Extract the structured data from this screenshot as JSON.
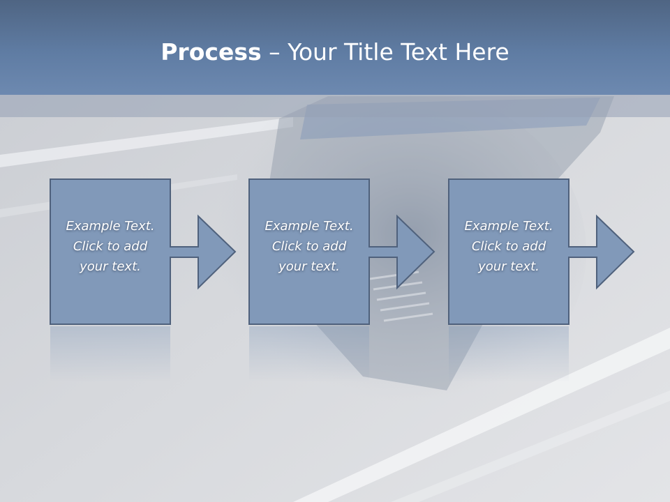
{
  "title": {
    "bold": "Process",
    "dash": " – ",
    "rest": "Your Title Text Here"
  },
  "steps": [
    {
      "line1": "Example Text.",
      "line2": "Click  to add",
      "line3": "your text."
    },
    {
      "line1": "Example Text.",
      "line2": "Click  to add",
      "line3": "your text."
    },
    {
      "line1": "Example Text.",
      "line2": "Click  to add",
      "line3": "your text."
    }
  ],
  "colors": {
    "title_bar": "#5f7ca3",
    "box_fill": "#8199b9",
    "box_stroke": "#4f617c",
    "text": "#ffffff"
  }
}
